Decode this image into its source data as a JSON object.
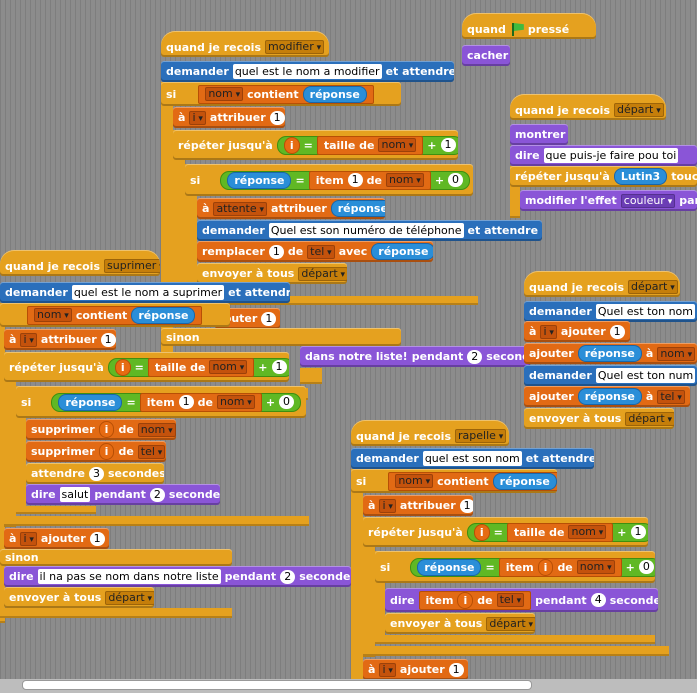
{
  "flag": {
    "when": "quand",
    "pressed": "pressé",
    "hide": "cacher"
  },
  "s1": {
    "hat_label": "quand je recois",
    "hat_msg": "modifier",
    "ask_label": "demander",
    "ask_text": "quel est le nom a modifier",
    "ask_wait": "et attendre",
    "if_label": "si",
    "var_nom": "nom",
    "contains": "contient",
    "reponse": "réponse",
    "set_a": "à",
    "var_i": "i",
    "set_b": "attribuer",
    "set_val": "1",
    "repeat_label": "répéter jusqu'à",
    "eq": "=",
    "length_of": "taille de",
    "plus": "+",
    "one": "1",
    "if2_label": "si",
    "item_label": "item",
    "item_val": "1",
    "of": "de",
    "zero": "0",
    "var_attente": "attente",
    "ask2_text": "Quel est son  numéro de téléphone",
    "replace_label": "remplacer",
    "replace_val": "1",
    "var_tel": "tel",
    "with_label": "avec",
    "broadcast_label": "envoyer à tous",
    "broadcast_msg": "départ",
    "ajouter_fragment": "jouter",
    "one2": "1",
    "sinon_label": "sinon",
    "say_fragment": "dans notre liste!",
    "pendant": "pendant",
    "secs_val": "2",
    "secondes": "secondes"
  },
  "s2": {
    "hat_label": "quand je recois",
    "hat_msg": "départ",
    "show_label": "montrer",
    "say_label": "dire",
    "say_text": "que puis-je faire pou toi",
    "repeat_label": "répéter jusqu'à",
    "sprite": "Lutin3",
    "touch": "touc",
    "effect_label": "modifier l'effet",
    "effect_val": "couleur",
    "effect_tail": "par"
  },
  "s3": {
    "hat_label": "quand je recois",
    "hat_msg": "suprimer",
    "ask_label": "demander",
    "ask_text": "quel est le nom a suprimer",
    "ask_wait": "et attendre",
    "var_nom": "nom",
    "contains": "contient",
    "reponse": "réponse",
    "set_a": "à",
    "var_i": "i",
    "set_b": "attribuer",
    "set_val": "1",
    "repeat_label": "répéter jusqu'à",
    "eq": "=",
    "length_of": "taille de",
    "plus": "+",
    "one": "1",
    "if_label": "si",
    "item_label": "item",
    "item_val": "1",
    "of": "de",
    "zero": "0",
    "delete_label": "supprimer",
    "var_tel": "tel",
    "wait_label": "attendre",
    "wait_val": "3",
    "secondes": "secondes",
    "say_label": "dire",
    "say_text": "salut",
    "pendant": "pendant",
    "say_secs": "2",
    "add_label": "ajouter",
    "add_val": "1",
    "sinon_label": "sinon",
    "say2_text": "il na pas se nom dans notre liste",
    "say2_secs": "2",
    "broadcast_label": "envoyer à tous",
    "broadcast_msg": "départ"
  },
  "s4": {
    "hat_label": "quand je recois",
    "hat_msg": "départ",
    "ask_label": "demander",
    "ask_text": "Quel est ton nom",
    "ask2_text": "Quel est ton num",
    "var_i": "i",
    "add_label": "ajouter",
    "add_val": "1",
    "set_a": "à",
    "reponse": "réponse",
    "var_nom": "nom",
    "var_tel": "tel",
    "broadcast_label": "envoyer à tous",
    "broadcast_msg": "départ"
  },
  "s5": {
    "hat_label": "quand je recois",
    "hat_msg": "rapelle",
    "ask_label": "demander",
    "ask_text": "quel est son nom",
    "ask_wait": "et attendre",
    "if_label": "si",
    "var_nom": "nom",
    "contains": "contient",
    "reponse": "réponse",
    "set_a": "à",
    "var_i": "i",
    "set_b": "attribuer",
    "set_val": "1",
    "repeat_label": "répéter jusqu'à",
    "eq": "=",
    "length_of": "taille de",
    "plus": "+",
    "one": "1",
    "if2_label": "si",
    "item_label": "item",
    "of": "de",
    "zero": "0",
    "say_label": "dire",
    "var_tel": "tel",
    "pendant": "pendant",
    "secs": "4",
    "secondes": "secondes",
    "broadcast_label": "envoyer à tous",
    "broadcast_msg": "départ",
    "add_label": "ajouter",
    "add_val": "1"
  }
}
